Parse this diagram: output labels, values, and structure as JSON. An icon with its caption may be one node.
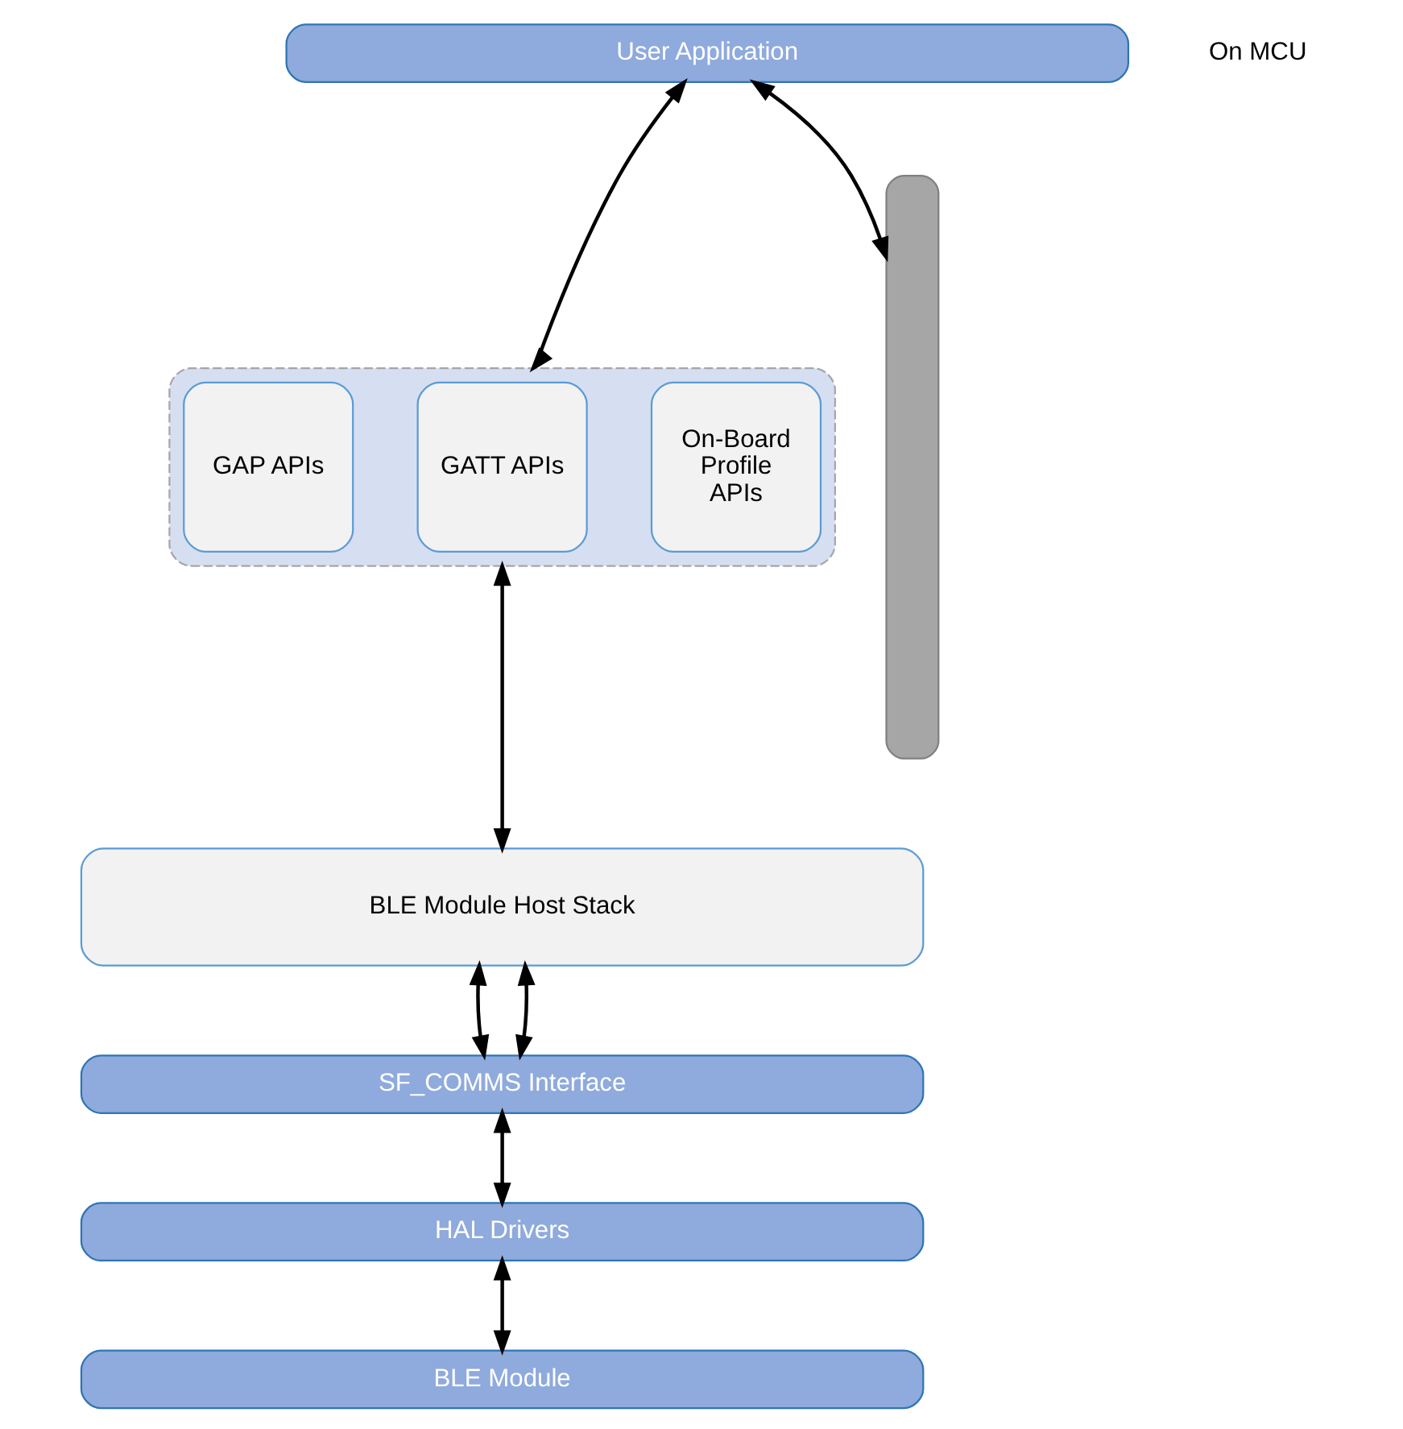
{
  "diagram": {
    "nodes": [
      {
        "text": [
          "User Application"
        ]
      },
      {
        "text": [],
        "shape": "box"
      },
      {
        "text": [
          "GAP APIs"
        ],
        "in": 1
      },
      {
        "text": [
          "GATT APIs"
        ],
        "in": 1
      },
      {
        "text": [
          "On-Board Profile APIs"
        ],
        "in": 1
      },
      {
        "text": [
          "BLE Module Host Stack"
        ]
      },
      {
        "text": [],
        "shape": "bar"
      },
      {
        "text": [
          "SF_COMMS Interface"
        ]
      },
      {
        "text": [
          "HAL Drivers"
        ]
      },
      {
        "text": [
          "BLE Module"
        ]
      }
    ],
    "edges": [
      {
        "from": 0,
        "to": 1,
        "arrow": "both"
      },
      {
        "from": 0,
        "to": 6,
        "arrow": "both"
      },
      {
        "from": 1,
        "to": 5,
        "arrow": "both"
      },
      {
        "from": 5,
        "to": 7,
        "arrow": "both"
      },
      {
        "from": 5,
        "to": 7,
        "arrow": "both"
      },
      {
        "from": 7,
        "to": 8,
        "arrow": "both"
      },
      {
        "from": 8,
        "to": 9,
        "arrow": "both"
      }
    ],
    "labels": [
      "On MCU"
    ]
  }
}
